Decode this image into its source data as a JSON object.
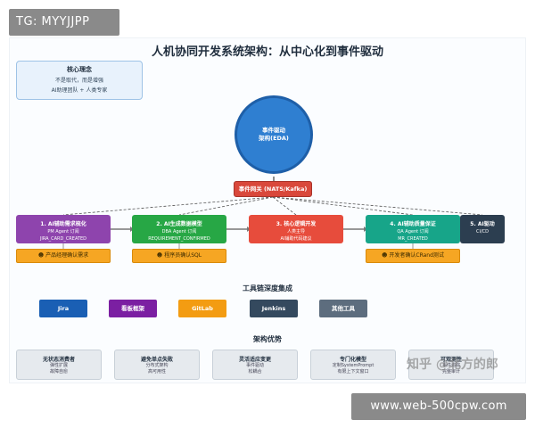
{
  "overlay": {
    "top_tag": "TG: MYYJJPP",
    "bottom_tag": "www.web-500cpw.com",
    "watermark": "知乎 @北方的郎"
  },
  "title": "人机协同开发系统架构：从中心化到事件驱动",
  "core_concept": {
    "heading": "核心理念",
    "lines": [
      "不是取代，而是增强",
      "AI助理团队 + 人类专家"
    ]
  },
  "center": {
    "line1": "事件驱动",
    "line2": "架构(EDA)"
  },
  "gateway": "事件网关 (NATS/Kafka)",
  "stages": [
    {
      "title": "1. AI辅助需求梳化",
      "sub1": "PM Agent 订阅",
      "sub2": "JIRA_CARD_CREATED"
    },
    {
      "title": "2. AI生成数据模型",
      "sub1": "DBA Agent 订阅",
      "sub2": "REQUIREMENT_CONFIRMED"
    },
    {
      "title": "3. 核心逻辑开发",
      "sub1": "人类主导",
      "sub2": "AI辅助代码建议"
    },
    {
      "title": "4. AI辅助质量保证",
      "sub1": "QA Agent 订阅",
      "sub2": "MR_CREATED"
    },
    {
      "title": "5. AI驱动",
      "sub1": "CI/CD",
      "sub2": ""
    }
  ],
  "roles": [
    {
      "icon": "person-icon",
      "label": "产品经理确认需求"
    },
    {
      "icon": "person-icon",
      "label": "程序员确认SQL"
    },
    {
      "icon": "person-icon",
      "label": "开发者确认CRand测试"
    }
  ],
  "toolchain": {
    "heading": "工具链深度集成",
    "tools": [
      "Jira",
      "看板框架",
      "GitLab",
      "Jenkins",
      "其他工具"
    ]
  },
  "advantages": {
    "heading": "架构优势",
    "items": [
      {
        "title": "无状态消费者",
        "l1": "弹性扩展",
        "l2": "故障自愈"
      },
      {
        "title": "避免单点失败",
        "l1": "分布式架构",
        "l2": "高可用性"
      },
      {
        "title": "灵活适应变更",
        "l1": "事件驱动",
        "l2": "松耦合"
      },
      {
        "title": "专门化模型",
        "l1": "定制SystemPrompt",
        "l2": "有限上下文窗口"
      },
      {
        "title": "可观测性",
        "l1": "事件追踪",
        "l2": "完整审计"
      }
    ]
  },
  "colors": {
    "center": "#2f7fd1",
    "gateway": "#d9483b",
    "stage1": "#8e44ad",
    "stage2": "#27a745",
    "stage3": "#e74c3c",
    "stage4": "#17a589",
    "stage5": "#2c3e50",
    "role": "#f6a623"
  }
}
